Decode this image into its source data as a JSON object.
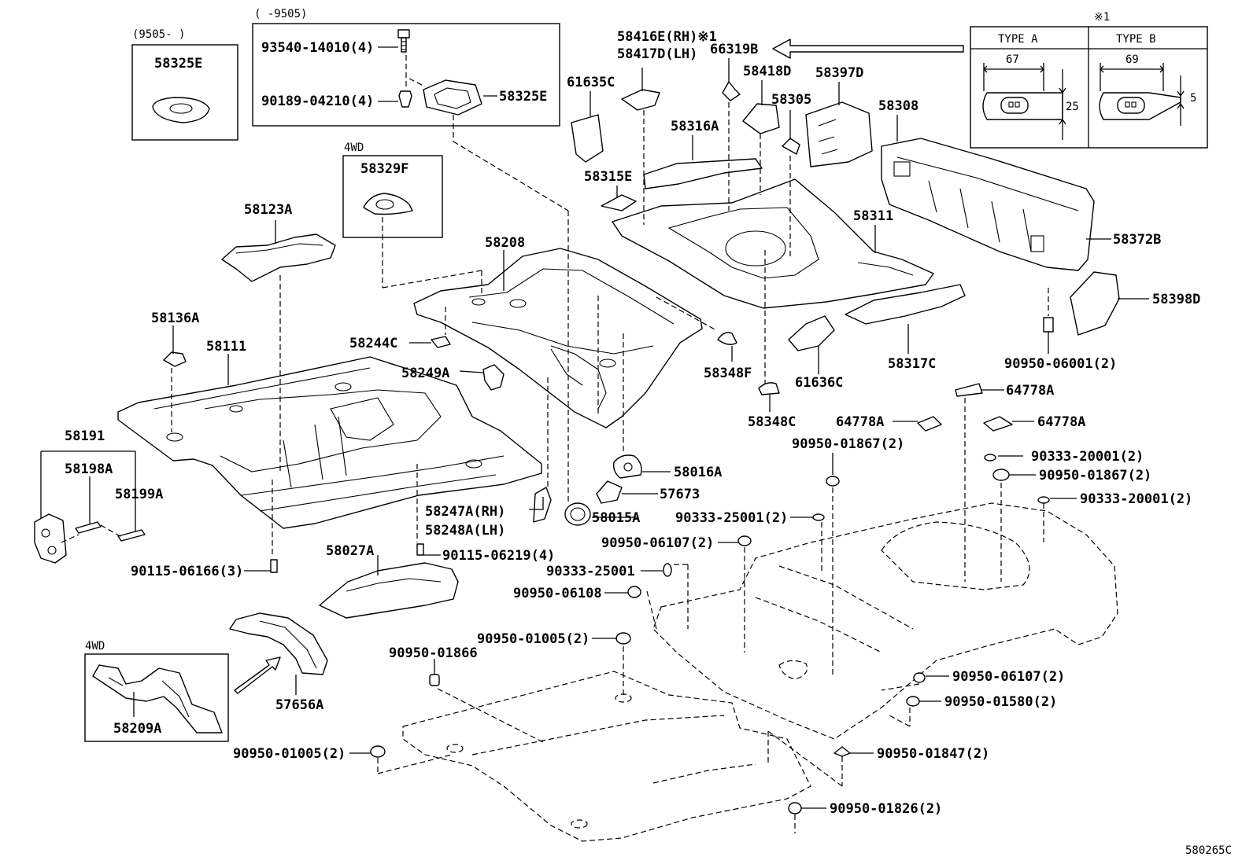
{
  "diagram": {
    "code": "580265C",
    "groups": {
      "early": "( -9505)",
      "late": "(9505- )",
      "fourwd_a": "4WD",
      "fourwd_b": "4WD"
    },
    "note": {
      "mark": "※1",
      "type_a": "TYPE A",
      "type_b": "TYPE B",
      "dim_a": "67",
      "dim_a_h": "25",
      "dim_b": "69",
      "dim_b_h": "5"
    },
    "parts": [
      {
        "id": "p1",
        "label": "58325E"
      },
      {
        "id": "p2",
        "label": "93540-14010(4)"
      },
      {
        "id": "p3",
        "label": "90189-04210(4)"
      },
      {
        "id": "p4",
        "label": "58325E"
      },
      {
        "id": "p5",
        "label": "58329F"
      },
      {
        "id": "p6",
        "label": "58123A"
      },
      {
        "id": "p7",
        "label": "58136A"
      },
      {
        "id": "p8",
        "label": "58111"
      },
      {
        "id": "p9",
        "label": "58191"
      },
      {
        "id": "p10",
        "label": "58198A"
      },
      {
        "id": "p11",
        "label": "58199A"
      },
      {
        "id": "p12",
        "label": "90115-06166(3)"
      },
      {
        "id": "p13",
        "label": "58209A"
      },
      {
        "id": "p14",
        "label": "57656A"
      },
      {
        "id": "p15",
        "label": "58027A"
      },
      {
        "id": "p16",
        "label": "90115-06219(4)"
      },
      {
        "id": "p17",
        "label": "58247A(RH)"
      },
      {
        "id": "p18",
        "label": "58248A(LH)"
      },
      {
        "id": "p19",
        "label": "58244C"
      },
      {
        "id": "p20",
        "label": "58249A"
      },
      {
        "id": "p21",
        "label": "58208"
      },
      {
        "id": "p22",
        "label": "58016A"
      },
      {
        "id": "p23",
        "label": "57673"
      },
      {
        "id": "p24",
        "label": "58015A"
      },
      {
        "id": "p25",
        "label": "58416E(RH)※1"
      },
      {
        "id": "p26",
        "label": "58417D(LH)"
      },
      {
        "id": "p27",
        "label": "66319B"
      },
      {
        "id": "p28",
        "label": "61635C"
      },
      {
        "id": "p29",
        "label": "58418D"
      },
      {
        "id": "p30",
        "label": "58397D"
      },
      {
        "id": "p31",
        "label": "58305"
      },
      {
        "id": "p32",
        "label": "58316A"
      },
      {
        "id": "p33",
        "label": "58315E"
      },
      {
        "id": "p34",
        "label": "58308"
      },
      {
        "id": "p35",
        "label": "58311"
      },
      {
        "id": "p36",
        "label": "58372B"
      },
      {
        "id": "p37",
        "label": "58398D"
      },
      {
        "id": "p38",
        "label": "58348F"
      },
      {
        "id": "p39",
        "label": "61636C"
      },
      {
        "id": "p40",
        "label": "58317C"
      },
      {
        "id": "p41",
        "label": "90950-06001(2)"
      },
      {
        "id": "p42",
        "label": "58348C"
      },
      {
        "id": "p43",
        "label": "64778A"
      },
      {
        "id": "p44",
        "label": "64778A"
      },
      {
        "id": "p45",
        "label": "64778A"
      },
      {
        "id": "p46",
        "label": "90950-01867(2)"
      },
      {
        "id": "p47",
        "label": "90333-20001(2)"
      },
      {
        "id": "p48",
        "label": "90950-01867(2)"
      },
      {
        "id": "p49",
        "label": "90333-20001(2)"
      },
      {
        "id": "p50",
        "label": "90333-25001(2)"
      },
      {
        "id": "p51",
        "label": "90950-06107(2)"
      },
      {
        "id": "p52",
        "label": "90333-25001"
      },
      {
        "id": "p53",
        "label": "90950-06108"
      },
      {
        "id": "p54",
        "label": "90950-01005(2)"
      },
      {
        "id": "p55",
        "label": "90950-01866"
      },
      {
        "id": "p56",
        "label": "90950-06107(2)"
      },
      {
        "id": "p57",
        "label": "90950-01580(2)"
      },
      {
        "id": "p58",
        "label": "90950-01005(2)"
      },
      {
        "id": "p59",
        "label": "90950-01847(2)"
      },
      {
        "id": "p60",
        "label": "90950-01826(2)"
      }
    ]
  }
}
